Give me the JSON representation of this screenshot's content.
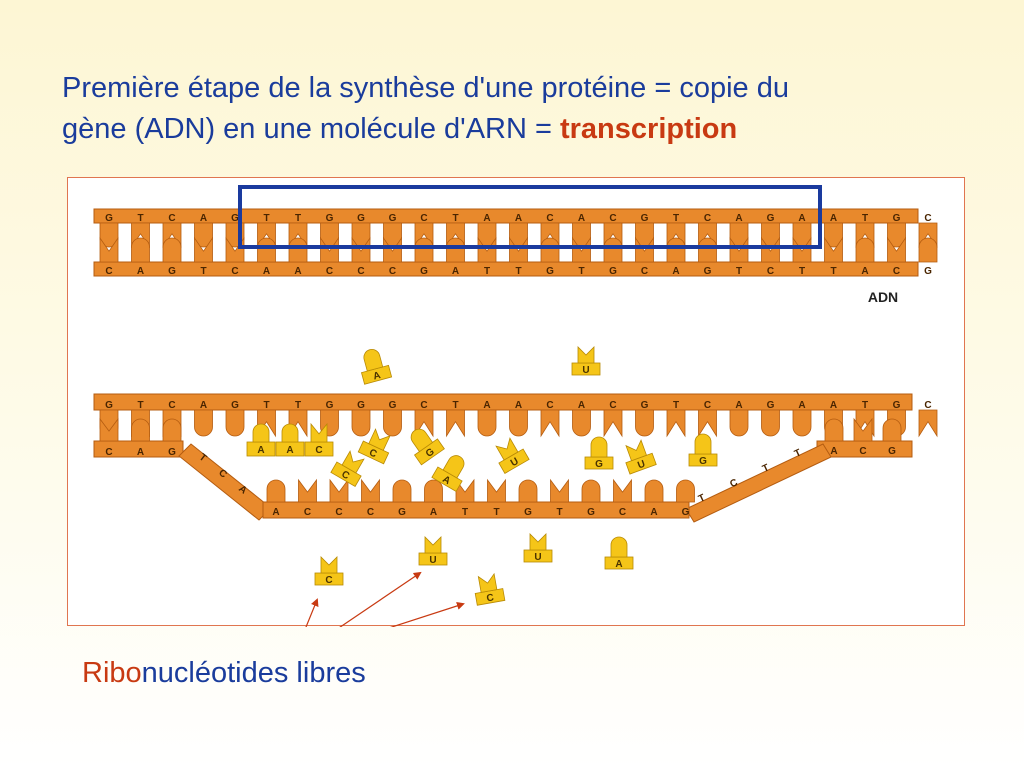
{
  "title": {
    "line1": "Première étape de la synthèse d'une protéine = copie du",
    "line2": "gène (ADN) en une molécule d'ARN = ",
    "highlight": "transcription"
  },
  "diagram": {
    "dna_label": "ADN",
    "top_strand": [
      "G",
      "T",
      "C",
      "A",
      "G",
      "T",
      "T",
      "G",
      "G",
      "G",
      "C",
      "T",
      "A",
      "A",
      "C",
      "A",
      "C",
      "G",
      "T",
      "C",
      "A",
      "G",
      "A",
      "A",
      "T",
      "G",
      "C"
    ],
    "bottom_strand": [
      "C",
      "A",
      "G",
      "T",
      "C",
      "A",
      "A",
      "C",
      "C",
      "C",
      "G",
      "A",
      "T",
      "T",
      "G",
      "T",
      "G",
      "C",
      "A",
      "G",
      "T",
      "C",
      "T",
      "T",
      "A",
      "C",
      "G"
    ],
    "unwound_template": [
      "A",
      "C",
      "C",
      "C",
      "G",
      "A",
      "T",
      "T",
      "G",
      "T",
      "G",
      "C",
      "A",
      "G"
    ],
    "left_slope": [
      "T",
      "C",
      "A"
    ],
    "right_slope": [
      "T",
      "C",
      "T",
      "T"
    ],
    "pairing_rna": [
      "A",
      "A",
      "C"
    ],
    "free_ribonucleotides": [
      "A",
      "U",
      "C",
      "C",
      "G",
      "A",
      "U",
      "G",
      "U",
      "G",
      "C",
      "U",
      "U",
      "A",
      "C"
    ],
    "colors": {
      "dna": "#e8892c",
      "dna_dark": "#b45c10",
      "rna": "#f5c518",
      "rna_dark": "#b88a05",
      "box": "#1a3a9e",
      "arrow": "#c83a12"
    }
  },
  "caption": {
    "prefix": "Ribo",
    "rest": "nucléotides libres"
  }
}
